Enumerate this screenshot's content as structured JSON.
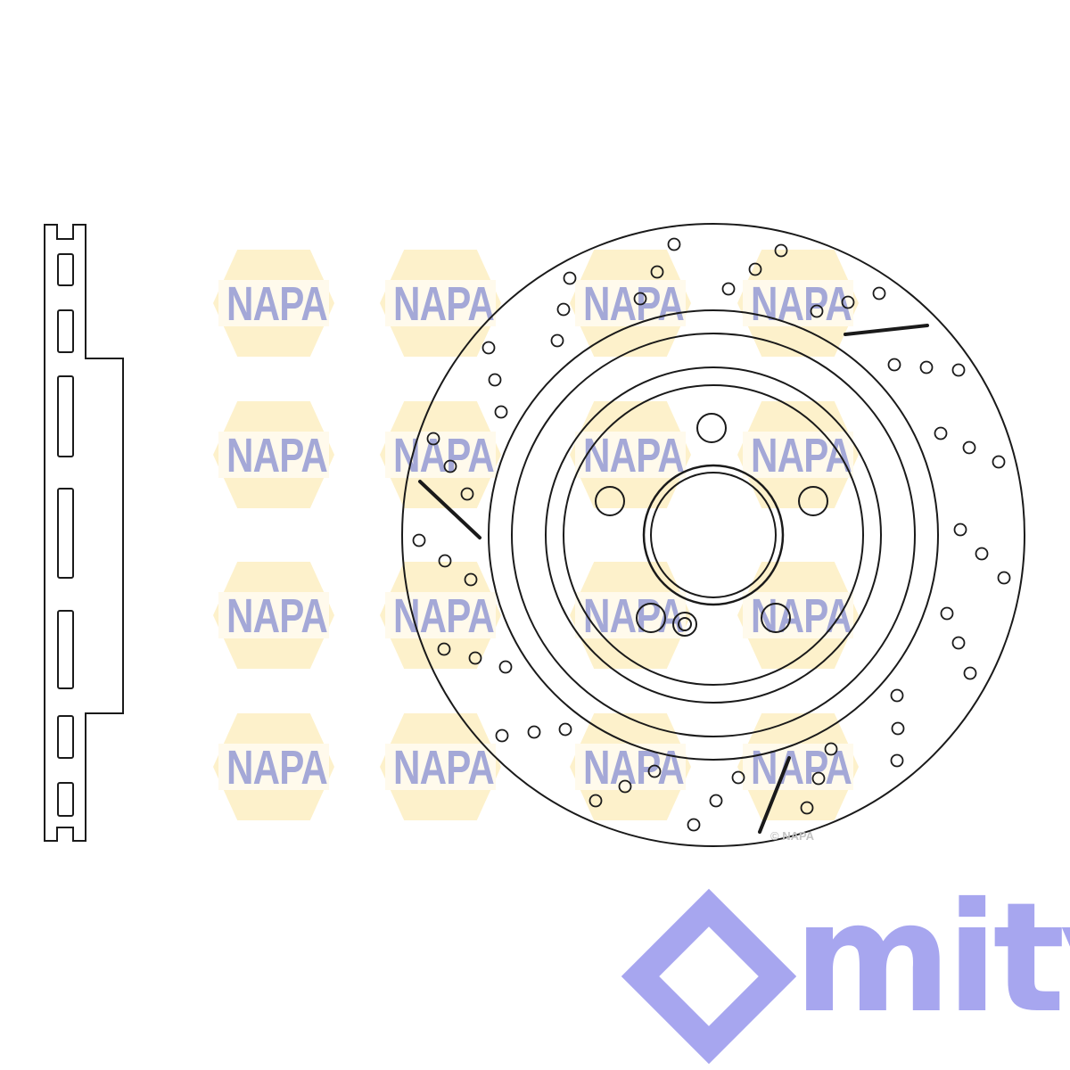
{
  "watermark": {
    "text": "NAPA",
    "copyright": "© NAPA"
  },
  "logo": {
    "text": "mity",
    "color": "#a7a6ef"
  },
  "colors": {
    "line": "#1a1a1a",
    "watermark_yellow": "#fde7a2",
    "watermark_blue": "#5b62b8"
  }
}
